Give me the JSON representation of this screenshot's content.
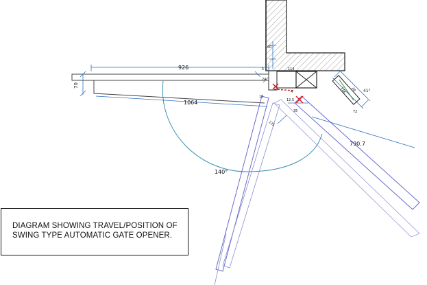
{
  "caption": {
    "line1": "DIAGRAM SHOWING TRAVEL/POSITION OF",
    "line2": "SWING TYPE AUTOMATIC GATE OPENER."
  },
  "dimensions": {
    "gate_length": "926",
    "gate_height": "70",
    "opener_arm": "1064",
    "swing_angle": "140°",
    "open_reach": "790.7",
    "post_offset_a": "5",
    "post_offset_b": "24",
    "small_a": "10",
    "small_b": "12.5",
    "small_c": "4",
    "small_d": "35",
    "small_e": "135",
    "motor_angle": "41°",
    "motor_len": "116",
    "motor_w": "28",
    "small_f": "72",
    "small_g": "60",
    "small_h": "114"
  },
  "colors": {
    "gate": "#6a6ad0",
    "arc": "#3a8fb0",
    "dim": "#2d6fbf",
    "wall": "#222222",
    "hinge": "#d02020"
  }
}
